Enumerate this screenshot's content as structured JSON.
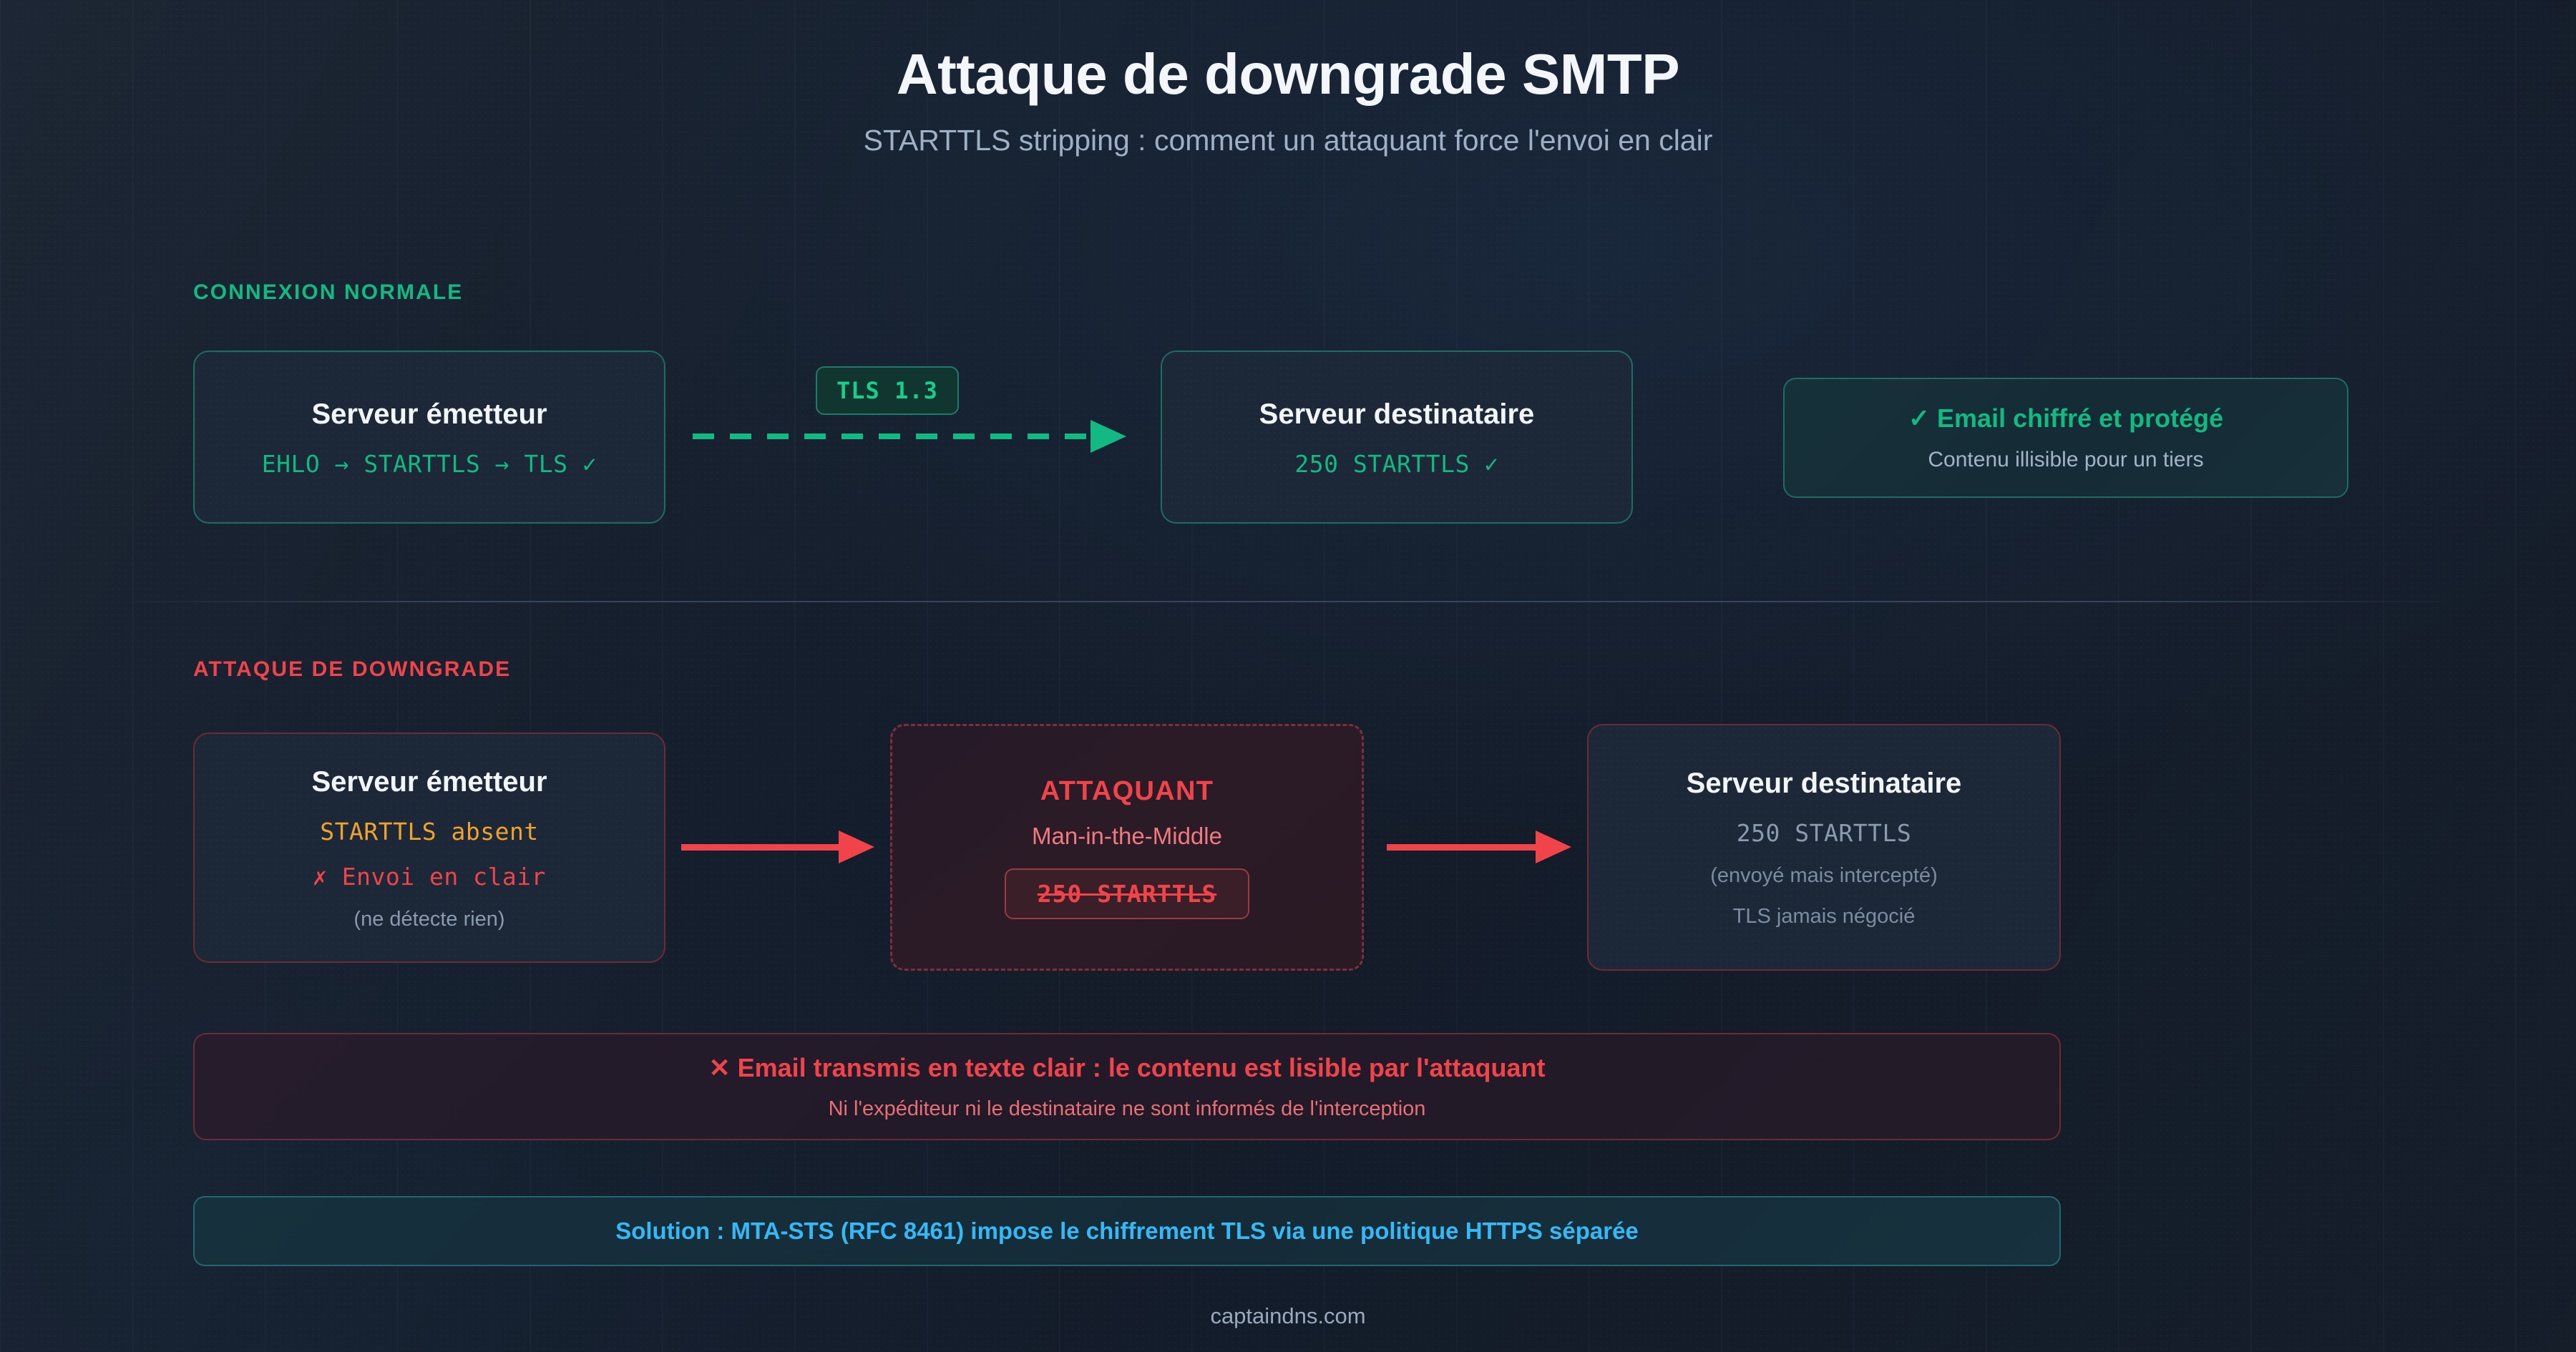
{
  "header": {
    "title": "Attaque de downgrade SMTP",
    "subtitle": "STARTTLS stripping : comment un attaquant force l'envoi en clair"
  },
  "sections": {
    "normal_label": "CONNEXION NORMALE",
    "attack_label": "ATTAQUE DE DOWNGRADE"
  },
  "normal_flow": {
    "sender": {
      "title": "Serveur émetteur",
      "handshake": "EHLO → STARTTLS → TLS ✓"
    },
    "link_badge": "TLS 1.3",
    "destination": {
      "title": "Serveur destinataire",
      "response": "250 STARTTLS ✓"
    },
    "result_card": {
      "title": "✓ Email chiffré et protégé",
      "subtitle": "Contenu illisible pour un tiers"
    }
  },
  "attack_flow": {
    "sender": {
      "title": "Serveur émetteur",
      "line1": "STARTTLS absent",
      "line2": "✗ Envoi en clair",
      "line3": "(ne détecte rien)"
    },
    "attacker": {
      "title": "ATTAQUANT",
      "subtitle": "Man-in-the-Middle",
      "stripped_command": "250 STARTTLS"
    },
    "destination": {
      "title": "Serveur destinataire",
      "line1": "250 STARTTLS",
      "line2": "(envoyé mais intercepté)",
      "line3": "TLS jamais négocié"
    }
  },
  "alert": {
    "title": "✕ Email transmis en texte clair : le contenu est lisible par l'attaquant",
    "subtitle": "Ni l'expéditeur ni le destinataire ne sont informés de l'interception"
  },
  "solution": {
    "text": "Solution : MTA-STS (RFC 8461) impose le chiffrement TLS via une politique HTTPS séparée"
  },
  "footer": {
    "source": "captaindns.com"
  },
  "colors": {
    "background": "#151e2d",
    "success_green": "#12b981",
    "danger_red": "#f0444a",
    "warning_amber": "#f0a32a",
    "info_blue": "#36b8f5",
    "text_primary": "#f2f5fa",
    "text_muted": "#9fb0c6"
  }
}
